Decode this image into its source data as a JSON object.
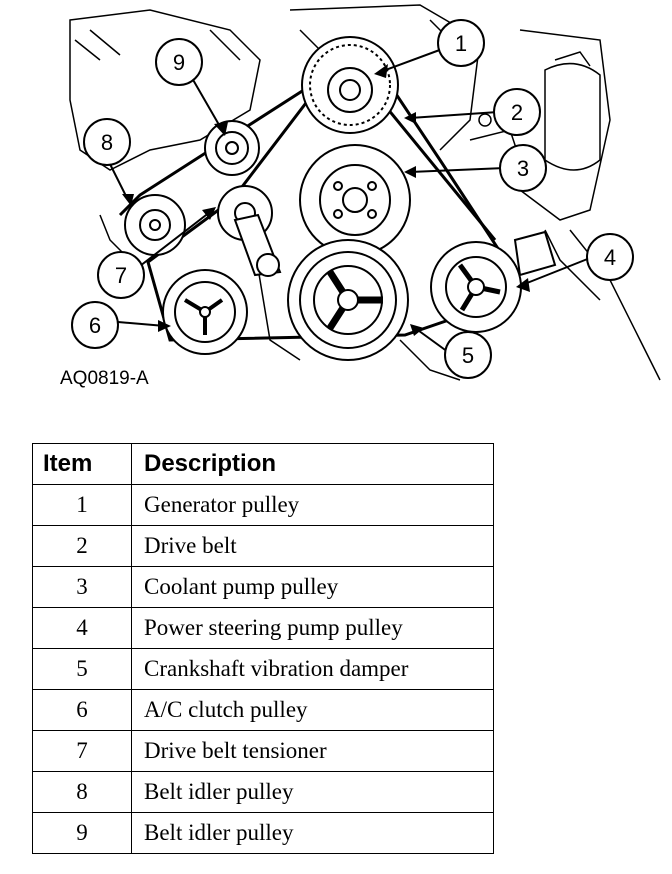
{
  "figure_code": "AQ0819-A",
  "callouts": [
    "1",
    "2",
    "3",
    "4",
    "5",
    "6",
    "7",
    "8",
    "9"
  ],
  "table": {
    "headers": [
      "Item",
      "Description"
    ],
    "rows": [
      [
        "1",
        "Generator pulley"
      ],
      [
        "2",
        "Drive belt"
      ],
      [
        "3",
        "Coolant pump pulley"
      ],
      [
        "4",
        "Power steering pump pulley"
      ],
      [
        "5",
        "Crankshaft vibration damper"
      ],
      [
        "6",
        "A/C clutch pulley"
      ],
      [
        "7",
        "Drive belt tensioner"
      ],
      [
        "8",
        "Belt idler pulley"
      ],
      [
        "9",
        "Belt idler pulley"
      ]
    ]
  }
}
